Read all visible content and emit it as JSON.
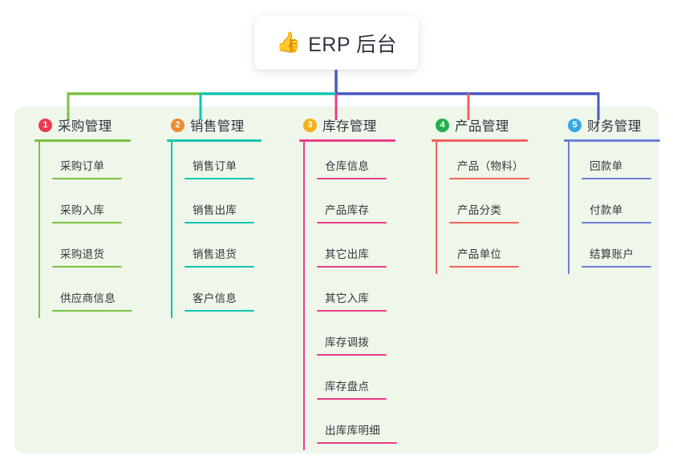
{
  "root": {
    "icon": "thumbs-up-icon",
    "icon_glyph": "👍",
    "title": "ERP 后台"
  },
  "panel": {
    "background": "#eef7e9"
  },
  "connector_colors": {
    "root_stem": "#4a56c4",
    "bar_segment_1": "#7cc142",
    "bar_segment_2": "#12c4b0",
    "bar_segment_3": "#4a56c4",
    "drop_1": "#7cc142",
    "drop_2": "#12c4b0",
    "drop_3": "#ea3d8c",
    "drop_4": "#f2625f",
    "drop_5": "#4a56c4"
  },
  "columns": [
    {
      "index": "1",
      "title": "采购管理",
      "badge_color": "#ed3a52",
      "accent": "#7cc142",
      "rule_width": 120,
      "items": [
        {
          "label": "采购订单"
        },
        {
          "label": "采购入库"
        },
        {
          "label": "采购退货"
        },
        {
          "label": "供应商信息"
        }
      ]
    },
    {
      "index": "2",
      "title": "销售管理",
      "badge_color": "#f08b32",
      "accent": "#12c4b0",
      "rule_width": 118,
      "items": [
        {
          "label": "销售订单"
        },
        {
          "label": "销售出库"
        },
        {
          "label": "销售退货"
        },
        {
          "label": "客户信息"
        }
      ]
    },
    {
      "index": "3",
      "title": "库存管理",
      "badge_color": "#f5b019",
      "accent": "#ea3d8c",
      "rule_width": 120,
      "items": [
        {
          "label": "仓库信息"
        },
        {
          "label": "产品库存"
        },
        {
          "label": "其它出库"
        },
        {
          "label": "其它入库"
        },
        {
          "label": "库存调拨"
        },
        {
          "label": "库存盘点"
        },
        {
          "label": "出库库明细"
        }
      ]
    },
    {
      "index": "4",
      "title": "产品管理",
      "badge_color": "#22b14c",
      "accent": "#f2625f",
      "rule_width": 120,
      "items": [
        {
          "label": "产品（物料）"
        },
        {
          "label": "产品分类"
        },
        {
          "label": "产品单位"
        }
      ]
    },
    {
      "index": "5",
      "title": "财务管理",
      "badge_color": "#35a9e8",
      "accent": "#6c7fd8",
      "rule_width": 120,
      "items": [
        {
          "label": "回款单"
        },
        {
          "label": "付款单"
        },
        {
          "label": "结算账户"
        }
      ]
    }
  ]
}
